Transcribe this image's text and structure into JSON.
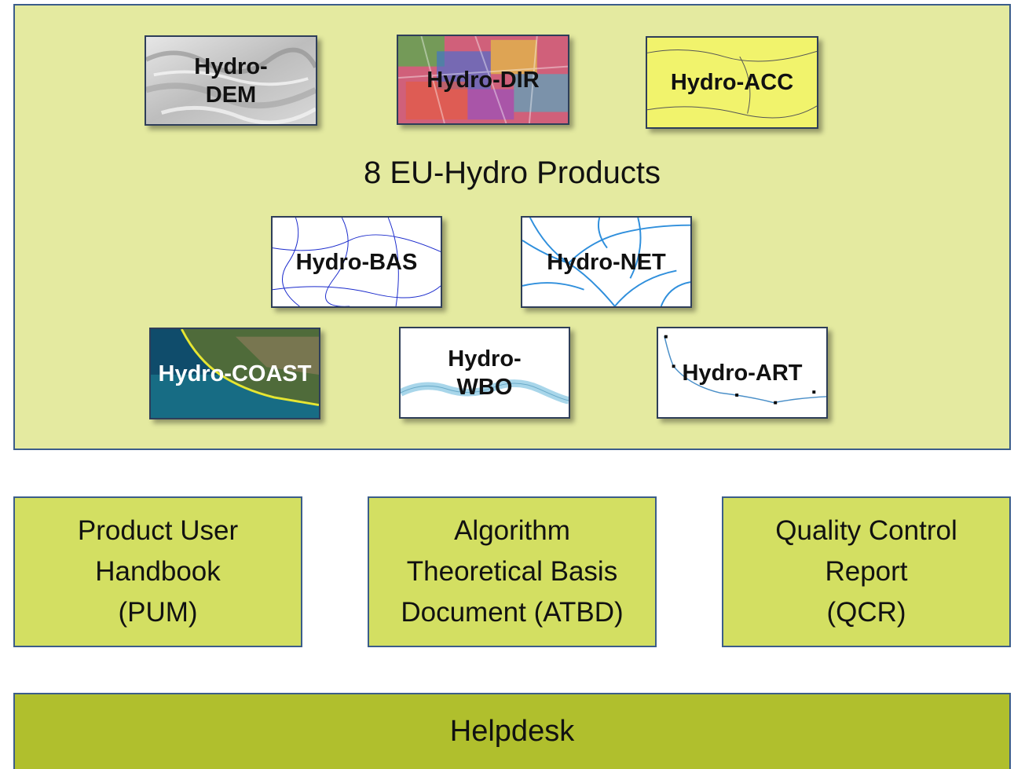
{
  "products": {
    "title": "8 EU-Hydro Products",
    "tiles": {
      "dem": {
        "line1": "Hydro-",
        "line2": "DEM"
      },
      "dir": {
        "label": "Hydro-DIR"
      },
      "acc": {
        "label": "Hydro-ACC"
      },
      "bas": {
        "label": "Hydro-BAS"
      },
      "net": {
        "label": "Hydro-NET"
      },
      "coast": {
        "label": "Hydro-COAST"
      },
      "wbo": {
        "line1": "Hydro-",
        "line2": "WBO"
      },
      "art": {
        "label": "Hydro-ART"
      }
    }
  },
  "documents": [
    {
      "line1": "Product User",
      "line2": "Handbook",
      "line3": "(PUM)"
    },
    {
      "line1": "Algorithm",
      "line2": "Theoretical Basis",
      "line3": "Document (ATBD)"
    },
    {
      "line1": "Quality Control",
      "line2": "Report",
      "line3": "(QCR)"
    }
  ],
  "helpdesk": {
    "label": "Helpdesk"
  },
  "colors": {
    "panel_fill": "#e4eaa0",
    "document_fill": "#d3df62",
    "helpdesk_fill": "#b0bf2d",
    "border": "#3b5d8a",
    "river_blue": "#2f8fdc",
    "water_light": "#a8d6ea"
  }
}
